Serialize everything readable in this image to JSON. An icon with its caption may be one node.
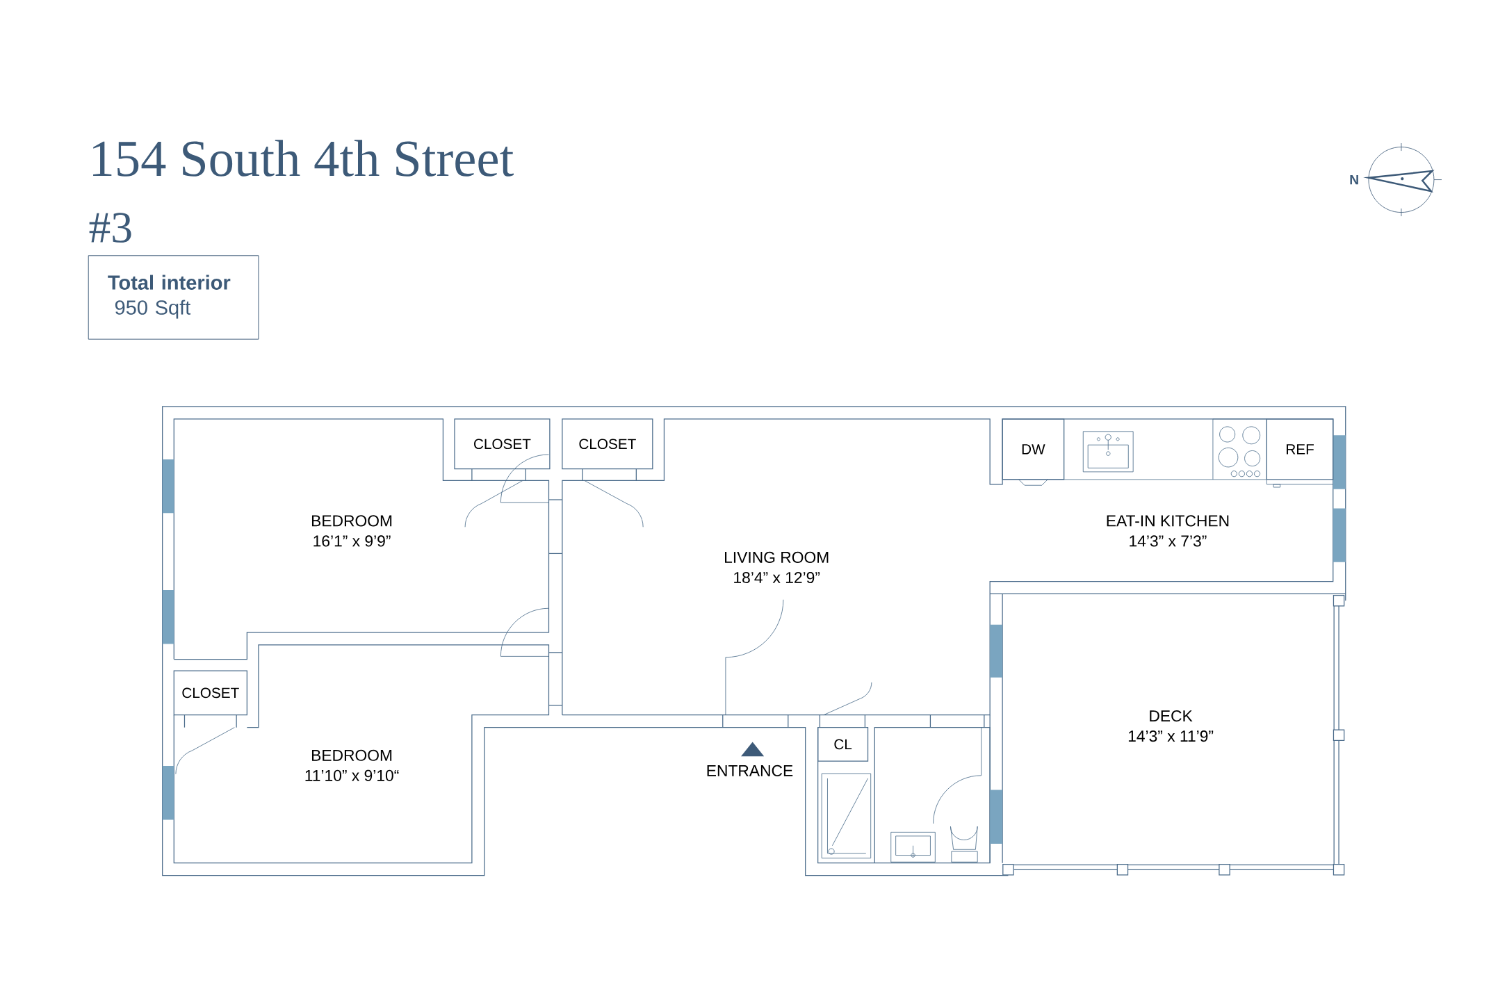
{
  "diagram": {
    "title": "154 South 4th Street",
    "nodes": [
      {
        "text": [
          "Total interior",
          "950 Sqft"
        ]
      },
      {
        "text": [
          "CLOSET"
        ]
      },
      {
        "text": [
          "CLOSET"
        ]
      },
      {
        "text": [
          "DW"
        ]
      },
      {
        "text": [
          "REF"
        ]
      },
      {
        "text": [
          "CLOSET"
        ]
      },
      {
        "text": [
          "CL"
        ]
      }
    ],
    "labels": [
      "#3",
      "N",
      "BEDROOM",
      "16’1” x 9’9”",
      "EAT-IN KITCHEN",
      "14’3” x 7’3”",
      "LIVING ROOM",
      "18’4” x 12’9”",
      "DECK",
      "14’3” x 11’9”",
      "BEDROOM",
      "11’10” x 9’10“",
      "ENTRANCE"
    ]
  }
}
